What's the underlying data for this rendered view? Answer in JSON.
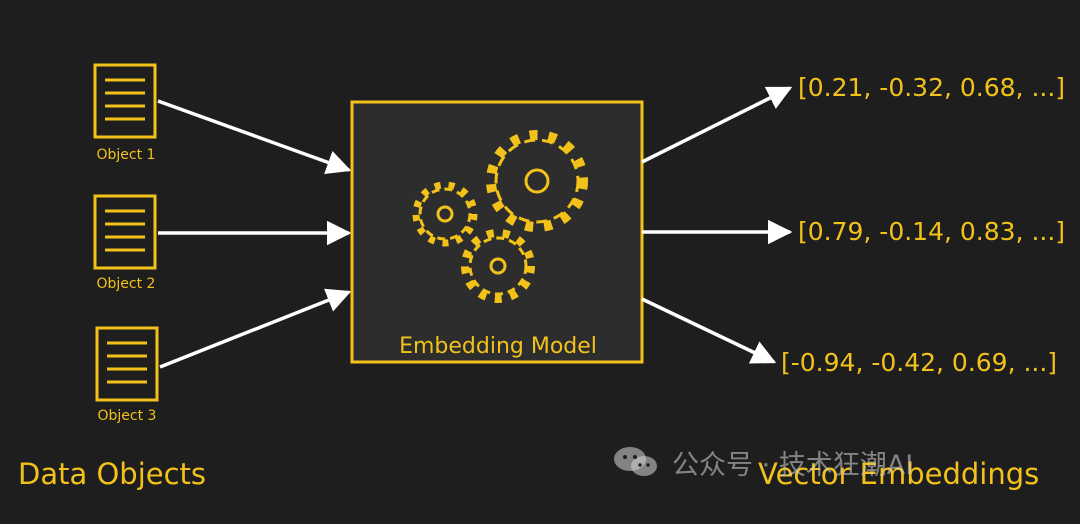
{
  "objects": [
    {
      "label": "Object 1"
    },
    {
      "label": "Object 2"
    },
    {
      "label": "Object 3"
    }
  ],
  "model": {
    "label": "Embedding Model"
  },
  "vectors": [
    {
      "text": "[0.21, -0.32, 0.68, ...]"
    },
    {
      "text": "[0.79, -0.14, 0.83, ...]"
    },
    {
      "text": "[-0.94, -0.42, 0.69, ...]"
    }
  ],
  "sections": {
    "left_title": "Data Objects",
    "right_title": "Vector Embeddings"
  },
  "watermark": {
    "text": "公众号 · 技术狂潮AI",
    "icon": "wechat-icon"
  },
  "colors": {
    "background": "#1e1e1e",
    "accent": "#f2c21b",
    "arrow": "#ffffff",
    "model_fill": "#2d2d2d"
  }
}
